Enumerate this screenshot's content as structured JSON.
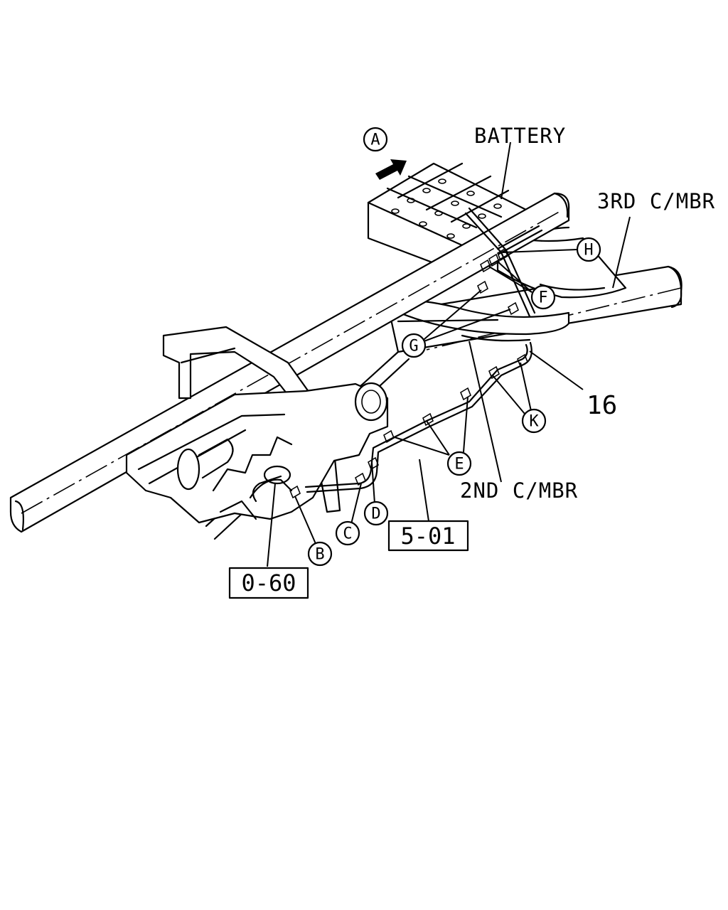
{
  "diagram": {
    "labels": {
      "battery": "BATTERY",
      "third_member": "3RD C/MBR",
      "second_member": "2ND C/MBR",
      "part_number": "16"
    },
    "callouts": {
      "a": "A",
      "b": "B",
      "c": "C",
      "d": "D",
      "e": "E",
      "f": "F",
      "g": "G",
      "h": "H",
      "k": "K"
    },
    "references": {
      "ref_0_60": "0-60",
      "ref_5_01": "5-01"
    },
    "colors": {
      "line": "#000000",
      "background": "#ffffff"
    }
  }
}
